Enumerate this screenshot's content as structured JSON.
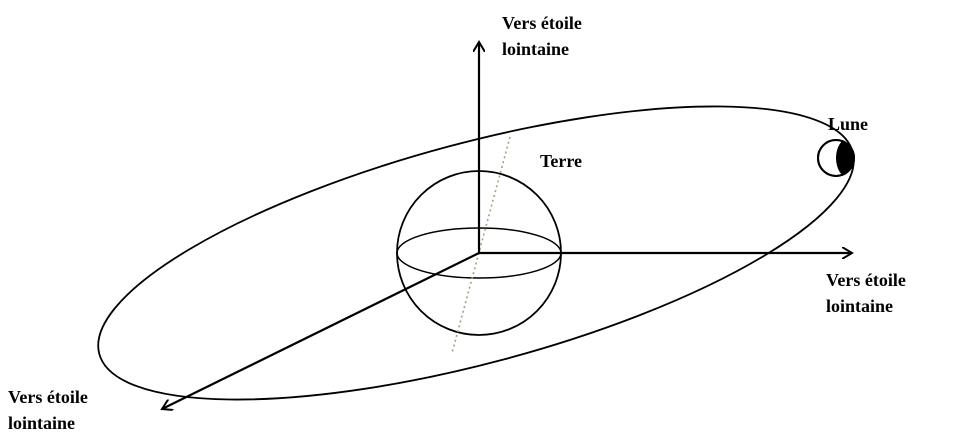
{
  "labels": {
    "up_line1": "Vers étoile",
    "up_line2": "lointaine",
    "right_line1": "Vers étoile",
    "right_line2": "lointaine",
    "front_line1": "Vers étoile",
    "front_line2": "lointaine",
    "earth": "Terre",
    "moon": "Lune"
  },
  "colors": {
    "stroke": "#000000",
    "axis_dotted": "#9aa58a",
    "background": "#ffffff"
  }
}
